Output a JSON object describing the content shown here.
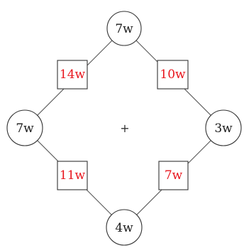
{
  "nodes": {
    "top": "7w",
    "left": "7w",
    "right": "3w",
    "bottom": "4w"
  },
  "edges": {
    "top_left": "14w",
    "top_right": "10w",
    "bottom_left": "11w",
    "bottom_right": "7w"
  },
  "center_mark": "+",
  "colors": {
    "edge_label": "#e8141c",
    "node_label": "#1a1a1a",
    "stroke": "#333333"
  }
}
